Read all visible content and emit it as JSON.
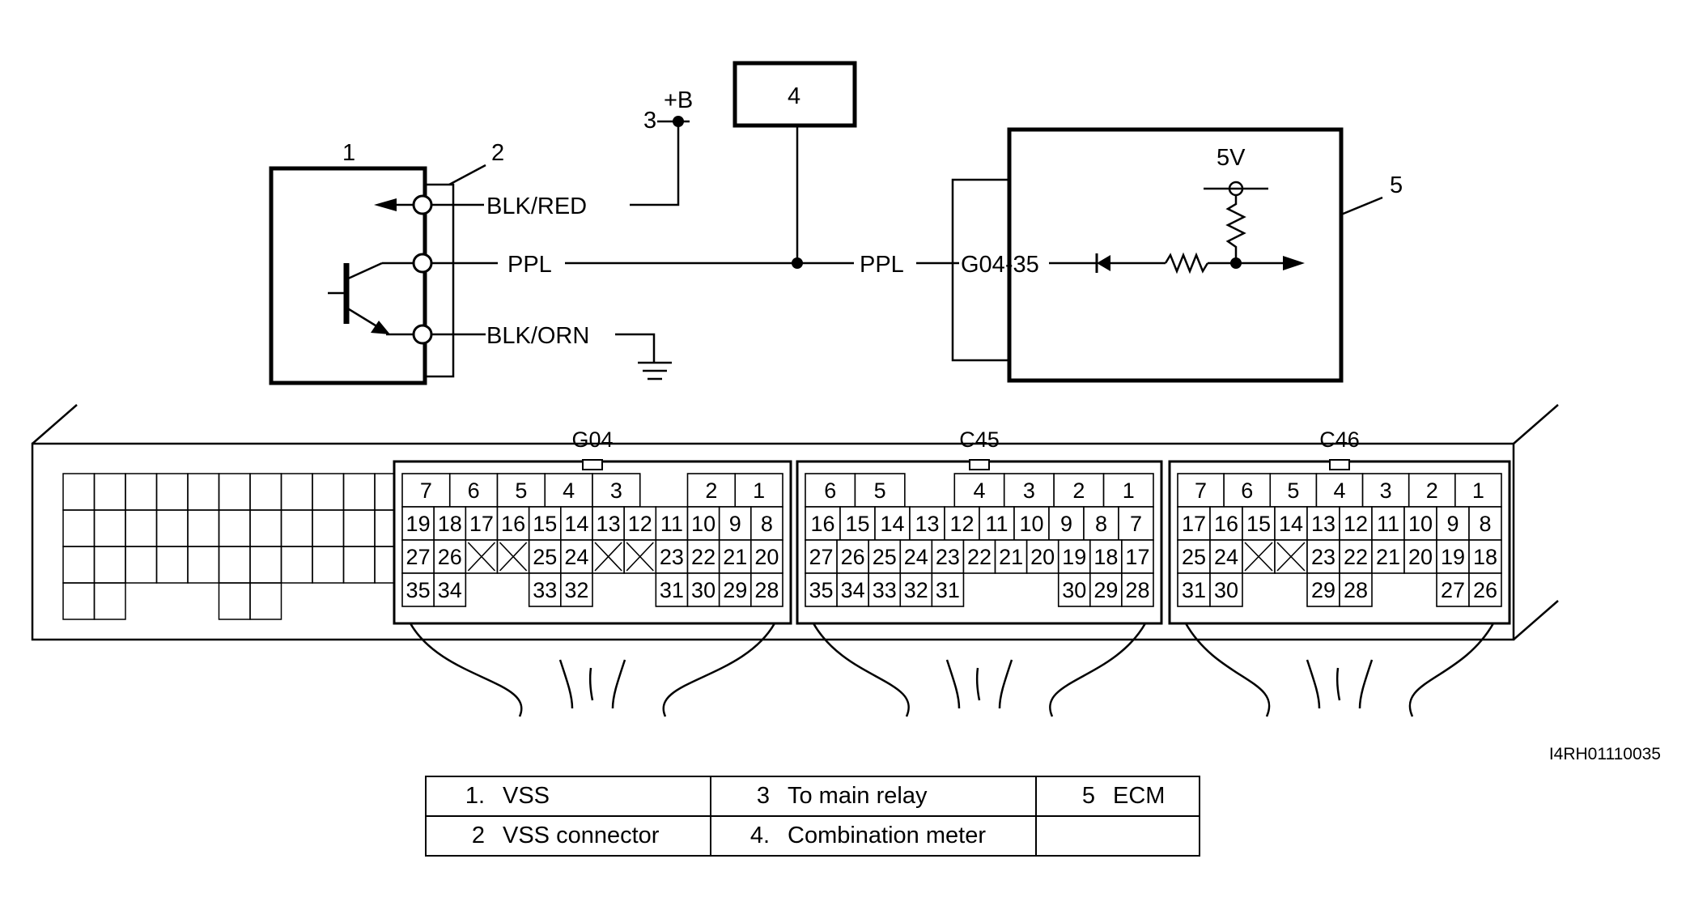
{
  "callouts": {
    "c1": "1",
    "c2": "2",
    "c3": "3",
    "c4": "4",
    "c5": "5"
  },
  "labels": {
    "plus_b": "+B",
    "blk_red": "BLK/RED",
    "ppl_left": "PPL",
    "ppl_right": "PPL",
    "blk_orn": "BLK/ORN",
    "five_v": "5V",
    "terminal": "G04-35",
    "image_code": "I4RH01110035"
  },
  "connectors": [
    {
      "name": "G04",
      "rows": [
        [
          "7",
          "6",
          "5",
          "4",
          "3",
          "",
          "2",
          "1"
        ],
        [
          "19",
          "18",
          "17",
          "16",
          "15",
          "14",
          "13",
          "12",
          "11",
          "10",
          "9",
          "8"
        ],
        [
          "27",
          "26",
          "X",
          "X",
          "25",
          "24",
          "X",
          "X",
          "23",
          "22",
          "21",
          "20"
        ],
        [
          "35",
          "34",
          "",
          "",
          "33",
          "32",
          "",
          "",
          "31",
          "30",
          "29",
          "28"
        ]
      ]
    },
    {
      "name": "C45",
      "rows": [
        [
          "6",
          "5",
          "",
          "4",
          "3",
          "2",
          "1"
        ],
        [
          "16",
          "15",
          "14",
          "13",
          "12",
          "11",
          "10",
          "9",
          "8",
          "7"
        ],
        [
          "27",
          "26",
          "25",
          "24",
          "23",
          "22",
          "21",
          "20",
          "19",
          "18",
          "17"
        ],
        [
          "35",
          "34",
          "33",
          "32",
          "31",
          "",
          "",
          "",
          "30",
          "29",
          "28"
        ]
      ]
    },
    {
      "name": "C46",
      "rows": [
        [
          "7",
          "6",
          "5",
          "4",
          "3",
          "2",
          "1"
        ],
        [
          "17",
          "16",
          "15",
          "14",
          "13",
          "12",
          "11",
          "10",
          "9",
          "8"
        ],
        [
          "25",
          "24",
          "X",
          "X",
          "23",
          "22",
          "21",
          "20",
          "19",
          "18"
        ],
        [
          "31",
          "30",
          "",
          "",
          "29",
          "28",
          "",
          "",
          "27",
          "26"
        ]
      ]
    }
  ],
  "legend": [
    [
      {
        "num": "1.",
        "text": "VSS"
      },
      {
        "num": "3",
        "text": "To main relay"
      },
      {
        "num": "5",
        "text": "ECM"
      }
    ],
    [
      {
        "num": "2",
        "text": "VSS connector"
      },
      {
        "num": "4.",
        "text": "Combination meter"
      },
      {
        "num": "",
        "text": ""
      }
    ]
  ]
}
